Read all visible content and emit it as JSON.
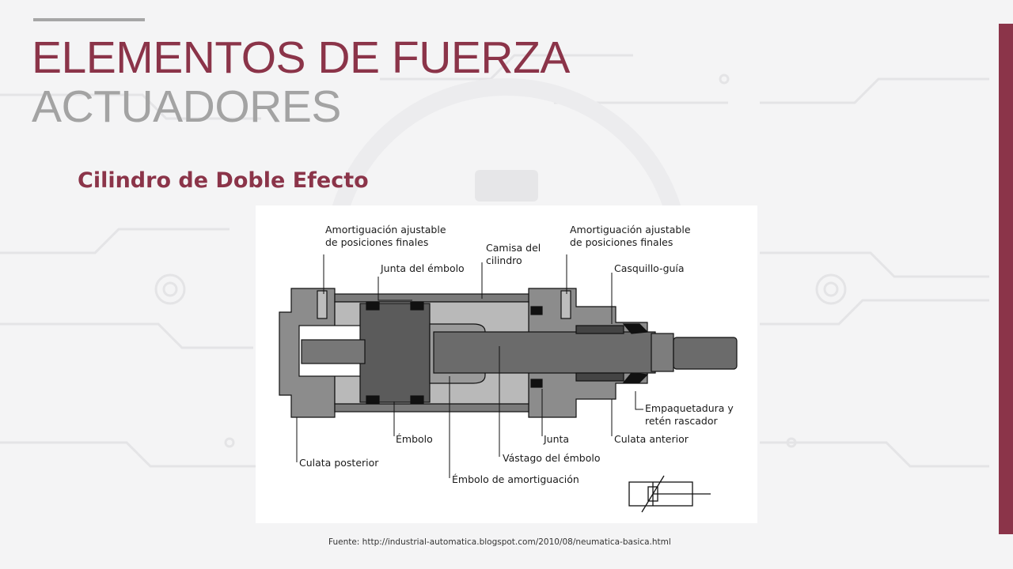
{
  "slide": {
    "title": "ELEMENTOS DE FUERZA",
    "subtitle": "ACTUADORES",
    "section_heading": "Cilindro de Doble Efecto",
    "source_note": "Fuente: http://industrial-automatica.blogspot.com/2010/08/neumatica-basica.html"
  },
  "diagram": {
    "labels": {
      "cushion_left_1": "Amortiguación ajustable",
      "cushion_left_2": "de posiciones finales",
      "cushion_right_1": "Amortiguación ajustable",
      "cushion_right_2": "de posiciones finales",
      "barrel_1": "Camisa del",
      "barrel_2": "cilindro",
      "piston_seal": "Junta del émbolo",
      "guide_bushing": "Casquillo-guía",
      "seal_wiper_1": "Empaquetadura y",
      "seal_wiper_2": "retén rascador",
      "piston": "Émbolo",
      "seal": "Junta",
      "front_cap": "Culata anterior",
      "rear_cap": "Culata posterior",
      "piston_rod": "Vástago del émbolo",
      "cushion_piston": "Émbolo de amortiguación"
    }
  },
  "colors": {
    "accent": "#8b3449",
    "title_gray": "#a3a3a3",
    "background": "#f4f4f5"
  }
}
